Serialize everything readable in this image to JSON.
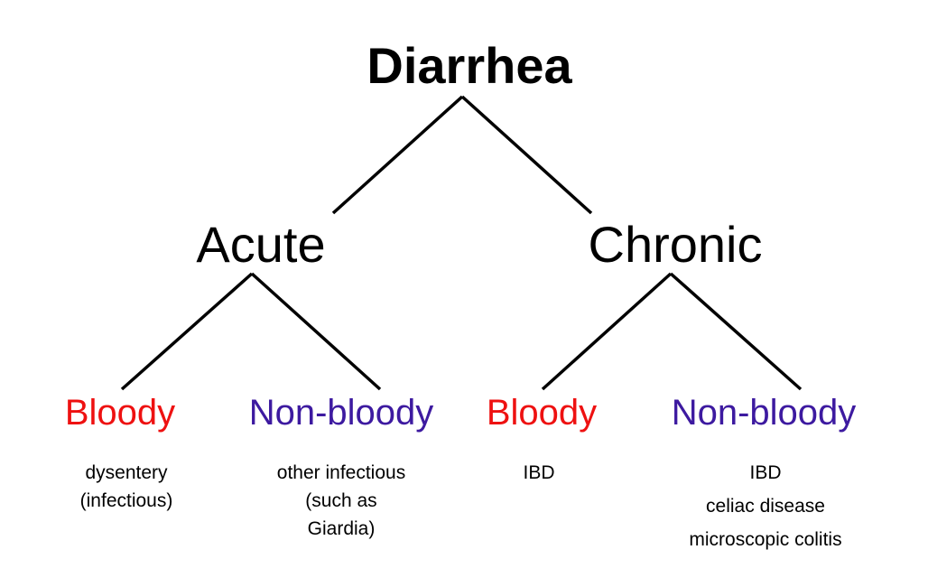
{
  "colors": {
    "bloody": "#ee1111",
    "non_bloody": "#3d1aa0",
    "edge": "#000000",
    "text": "#000000"
  },
  "root": {
    "label": "Diarrhea"
  },
  "acute": {
    "label": "Acute",
    "bloody": {
      "label": "Bloody",
      "notes": [
        "dysentery",
        "(infectious)"
      ]
    },
    "non_bloody": {
      "label": "Non-bloody",
      "notes": [
        "other infectious",
        "(such as",
        "Giardia)"
      ]
    }
  },
  "chronic": {
    "label": "Chronic",
    "bloody": {
      "label": "Bloody",
      "notes": [
        "IBD"
      ]
    },
    "non_bloody": {
      "label": "Non-bloody",
      "notes": [
        "IBD",
        "celiac disease",
        "microscopic colitis"
      ]
    }
  }
}
